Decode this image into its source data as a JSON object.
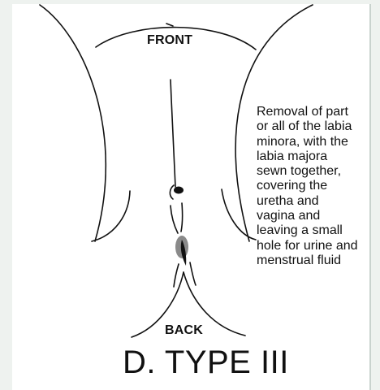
{
  "labels": {
    "front": "FRONT",
    "back": "BACK"
  },
  "description": "Removal of part\nor all of the labia\nminora, with the\nlabia majora\nsewn together,\ncovering the\nuretha and\nvagina and\nleaving a small\nhole for urine and\nmenstrual fluid",
  "title": "D. TYPE III",
  "colors": {
    "line": "#111111",
    "shade": "#8a8a8a",
    "background": "#ffffff"
  }
}
